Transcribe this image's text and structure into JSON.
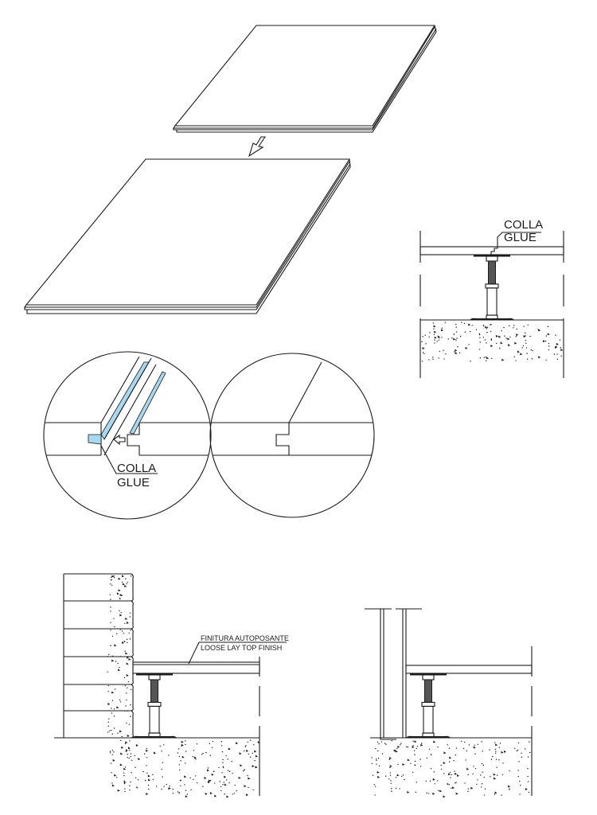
{
  "labels": {
    "glue_detail_it": "COLLA",
    "glue_detail_en": "GLUE",
    "glue_section_it": "COLLA",
    "glue_section_en": "GLUE",
    "finish_it": "FINITURA AUTOPOSANTE",
    "finish_en": "LOOSE LAY TOP FINISH"
  },
  "colors": {
    "glue": "#a8d8f0",
    "line": "#1a1a1a"
  }
}
